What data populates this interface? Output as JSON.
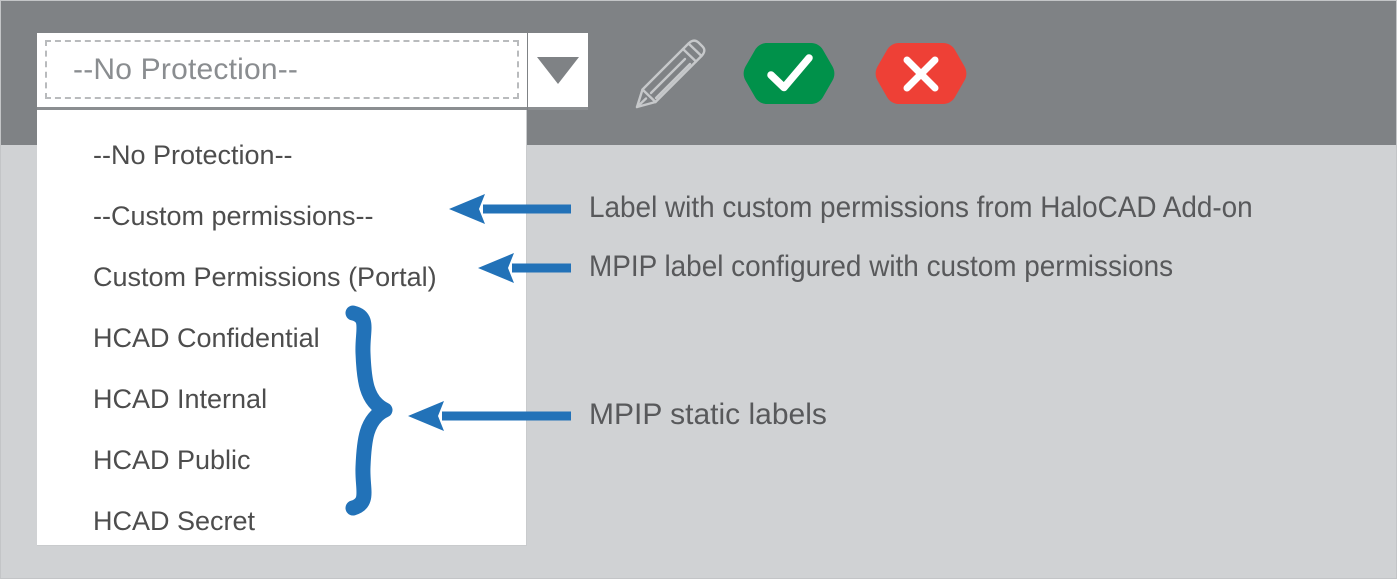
{
  "theme": {
    "toolbar_bg": "#7f8285",
    "body_bg": "#d0d2d4",
    "panel_bg": "#ffffff",
    "accent_blue": "#2272b8",
    "confirm_green": "#00914a",
    "cancel_red": "#ee4036",
    "text_gray": "#4d4d4d",
    "annotation_gray": "#58595b"
  },
  "combobox": {
    "selected_value": "--No Protection--",
    "dropdown_toggle_icon": "chevron-down-icon",
    "expanded": true,
    "options": [
      "--No Protection--",
      "--Custom permissions--",
      "Custom Permissions (Portal)",
      "HCAD Confidential",
      "HCAD Internal",
      "HCAD Public",
      "HCAD Secret"
    ]
  },
  "toolbar": {
    "icons": [
      {
        "name": "pencil-edit-icon",
        "label": "Edit"
      },
      {
        "name": "check-confirm-icon",
        "label": "Apply"
      },
      {
        "name": "cross-cancel-icon",
        "label": "Cancel"
      }
    ]
  },
  "annotations": [
    {
      "id": "annotation-custom-permissions-addon",
      "text": "Label with custom permissions from HaloCAD Add-on",
      "points_to": "--Custom permissions--",
      "marker": "left-arrow-icon"
    },
    {
      "id": "annotation-mpip-custom-permissions",
      "text": "MPIP label configured with custom permissions",
      "points_to": "Custom Permissions (Portal)",
      "marker": "left-arrow-icon"
    },
    {
      "id": "annotation-mpip-static-labels",
      "text": "MPIP static labels",
      "points_to": "HCAD Confidential, HCAD Internal, HCAD Public, HCAD Secret",
      "marker": "left-arrow-icon",
      "grouping": "curly-brace-icon"
    }
  ]
}
